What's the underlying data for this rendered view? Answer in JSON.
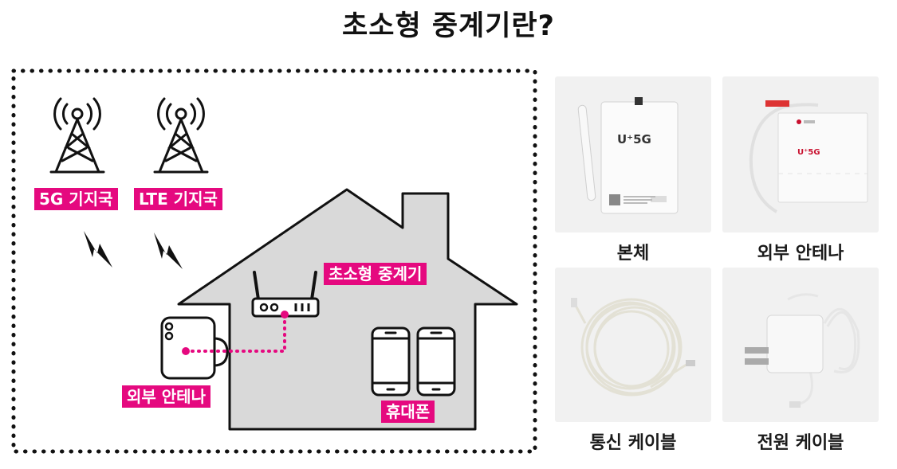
{
  "title": "초소형 중계기란?",
  "diagram": {
    "tower_5g_label": "5G 기지국",
    "tower_lte_label": "LTE 기지국",
    "repeater_label": "초소형 중계기",
    "external_antenna_label": "외부 안테나",
    "phone_label": "휴대폰",
    "accent_color": "#e5097f"
  },
  "components": [
    {
      "caption": "본체",
      "brand_text": "U⁺5G"
    },
    {
      "caption": "외부 안테나",
      "brand_text": "U⁺5G"
    },
    {
      "caption": "통신 케이블"
    },
    {
      "caption": "전원 케이블"
    }
  ]
}
